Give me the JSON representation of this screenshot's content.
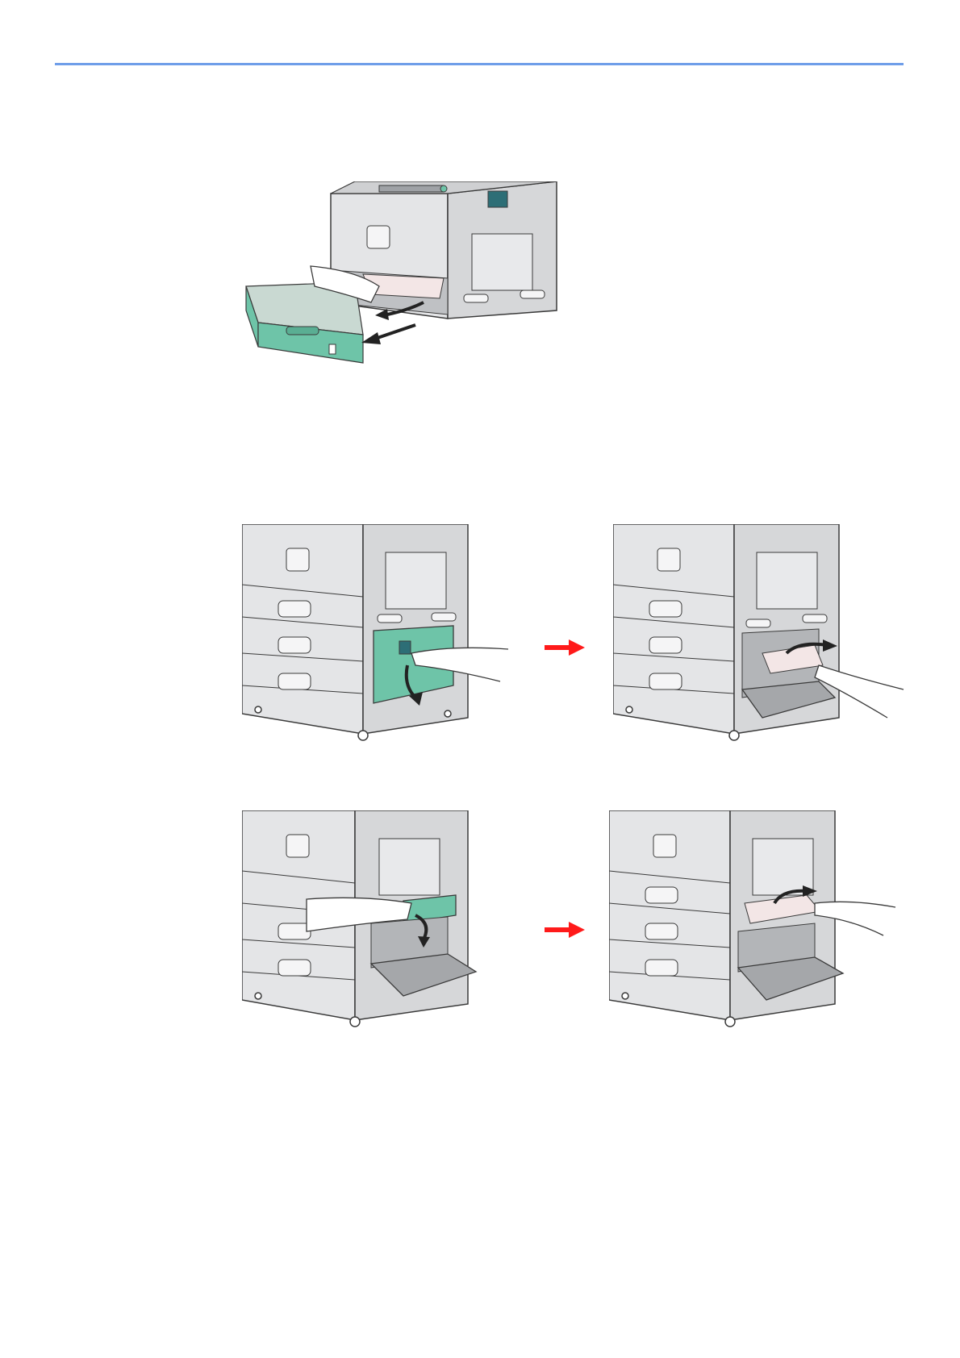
{
  "colors": {
    "accent_rule": "#6f9ee9",
    "machine_body": "#e4e5e7",
    "machine_shade": "#c9cacc",
    "machine_outline": "#3a3a3a",
    "cassette_green": "#6ec4a8",
    "step_arrow": "#ff1a1a",
    "paper": "#f3e6e6"
  },
  "figures": [
    {
      "id": "fig-1",
      "icon": "remove-paper-from-cassette-illustration"
    },
    {
      "id": "fig-2a",
      "icon": "open-lower-right-cover-illustration"
    },
    {
      "id": "fig-2b",
      "icon": "remove-jammed-paper-lower-illustration"
    },
    {
      "id": "fig-3a",
      "icon": "open-inner-guide-illustration"
    },
    {
      "id": "fig-3b",
      "icon": "remove-jammed-paper-inner-illustration"
    }
  ],
  "step_arrows": [
    {
      "icon": "red-right-arrow-icon"
    },
    {
      "icon": "red-right-arrow-icon"
    }
  ]
}
